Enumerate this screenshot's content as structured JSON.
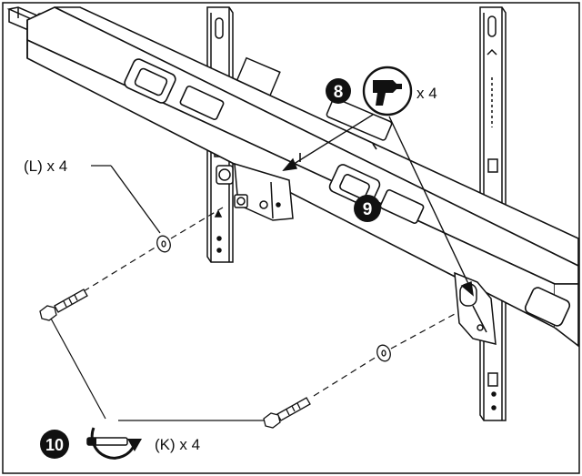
{
  "step_8": {
    "number": "8",
    "quantity": "x 4",
    "icon": "drill-icon"
  },
  "step_9": {
    "number": "9"
  },
  "step_10": {
    "number": "10",
    "quantity": "(K) x 4",
    "icon": "rotate-clockwise-icon"
  },
  "part_l": {
    "label": "(L) x 4"
  },
  "colors": {
    "line": "#111111",
    "paper": "#ffffff",
    "badge": "#111111"
  }
}
